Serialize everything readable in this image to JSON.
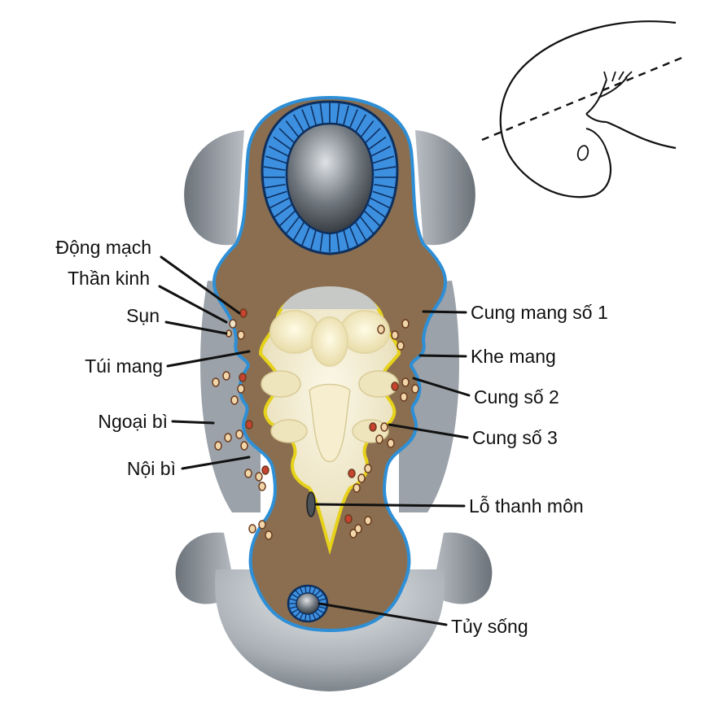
{
  "labels": {
    "dong_mach": "Động mạch",
    "than_kinh": "Thần kinh",
    "sun": "Sụn",
    "tui_mang": "Túi mang",
    "ngoai_bi": "Ngoại bì",
    "noi_bi": "Nội bì",
    "cung_mang_so_1": "Cung mang số 1",
    "khe_mang": "Khe mang",
    "cung_so_2": "Cung số 2",
    "cung_so_3": "Cung số 3",
    "lo_thanh_mon": "Lỗ thanh môn",
    "tuy_song": "Tủy sống"
  },
  "inset": {
    "eye_label": "o"
  },
  "colors": {
    "mesoderm": "#8a6e4f",
    "ectoderm_outline": "#2e8fd6",
    "neural_tube": "#3d8fe0",
    "endoderm_outline": "#e6d21a",
    "pharynx_fill": "#f1ead0",
    "grey_tissue": "#8b929a",
    "dot_fill": "#f0d6a8",
    "artery_dot": "#c8432f"
  }
}
